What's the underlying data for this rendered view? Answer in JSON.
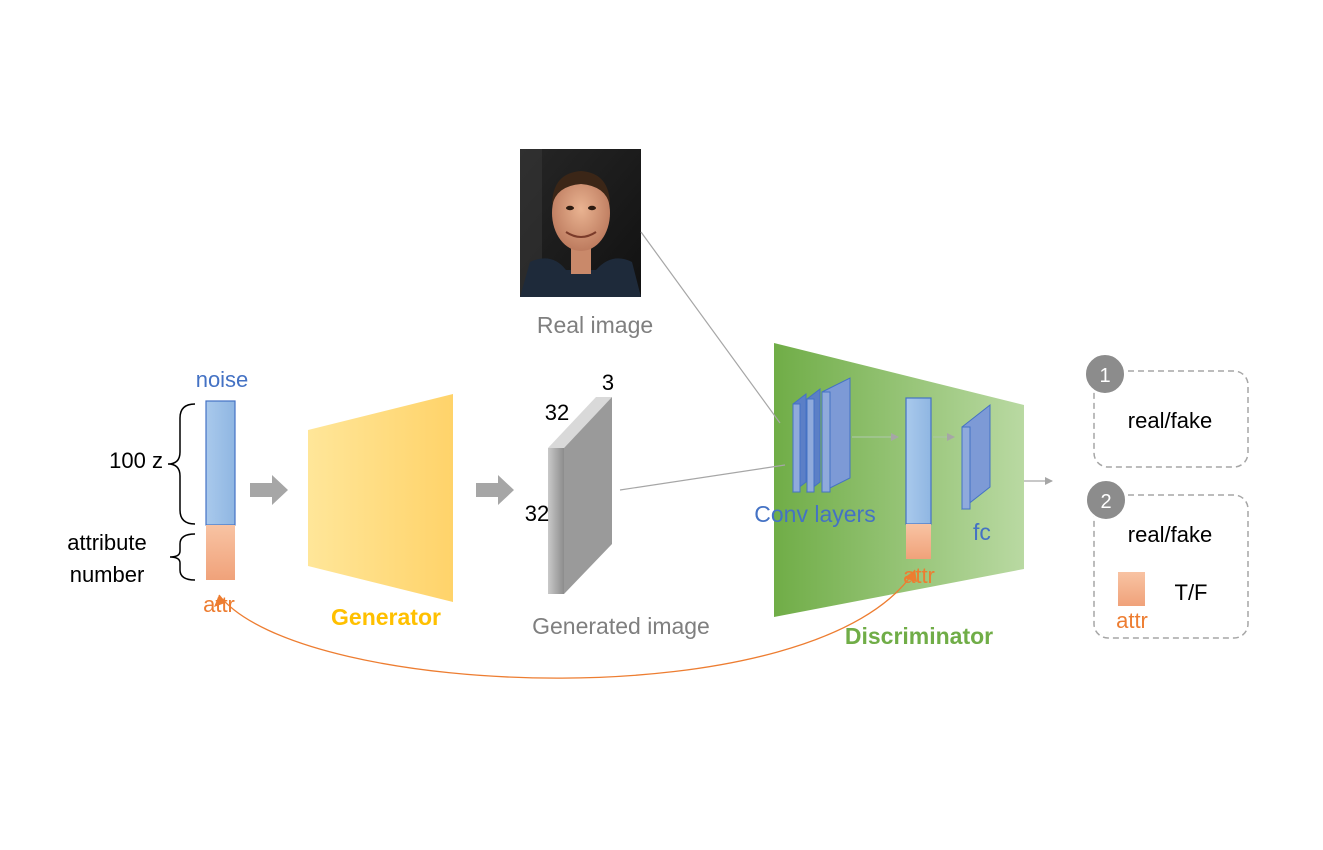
{
  "labels": {
    "noise": "noise",
    "z": "100 z",
    "attribute_line1": "attribute",
    "attribute_line2": "number",
    "attr_input": "attr",
    "generator": "Generator",
    "dim_depth": "3",
    "dim_width": "32",
    "dim_height": "32",
    "generated_image": "Generated image",
    "real_image": "Real image",
    "conv_layers": "Conv layers",
    "fc": "fc",
    "attr_disc": "attr",
    "discriminator": "Discriminator",
    "output1_number": "1",
    "output1_text": "real/fake",
    "output2_number": "2",
    "output2_text": "real/fake",
    "output2_tf": "T/F",
    "output2_attr": "attr"
  },
  "icons": {
    "real_face": "face-photo-icon"
  },
  "colors": {
    "noise_blue": "#9dc3e6",
    "noise_text": "#4472c4",
    "attr_orange": "#f4b183",
    "attr_text": "#ed7d31",
    "generator_yellow": "#ffc000",
    "discriminator_green": "#70ad47",
    "gray_text": "#7f7f7f",
    "conv_blue": "#8faadc"
  }
}
